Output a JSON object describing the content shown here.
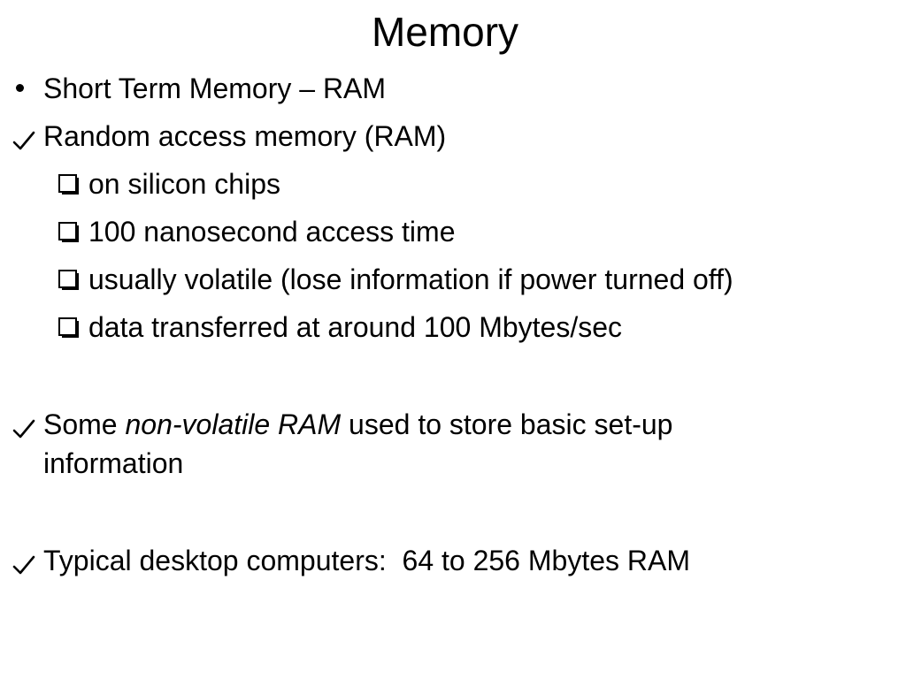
{
  "slide": {
    "title": "Memory",
    "items": [
      {
        "marker": "bullet",
        "text": "Short Term Memory – RAM"
      },
      {
        "marker": "check",
        "text": "Random access memory (RAM)"
      },
      {
        "marker": "box",
        "text": "on silicon chips"
      },
      {
        "marker": "box",
        "text": "100 nanosecond access time"
      },
      {
        "marker": "box",
        "text": "usually volatile (lose information if power turned off)"
      },
      {
        "marker": "box",
        "text": "data transferred at around 100 Mbytes/sec"
      },
      {
        "marker": "check",
        "text_before": "Some ",
        "text_em": "non-volatile RAM",
        "text_after": " used to store basic set-up information"
      },
      {
        "marker": "check",
        "text": "Typical desktop computers:  64 to 256 Mbytes RAM"
      }
    ]
  },
  "icons": {
    "bullet": "bullet-dot-icon",
    "check": "checkmark-icon",
    "box": "shadowed-square-icon"
  }
}
